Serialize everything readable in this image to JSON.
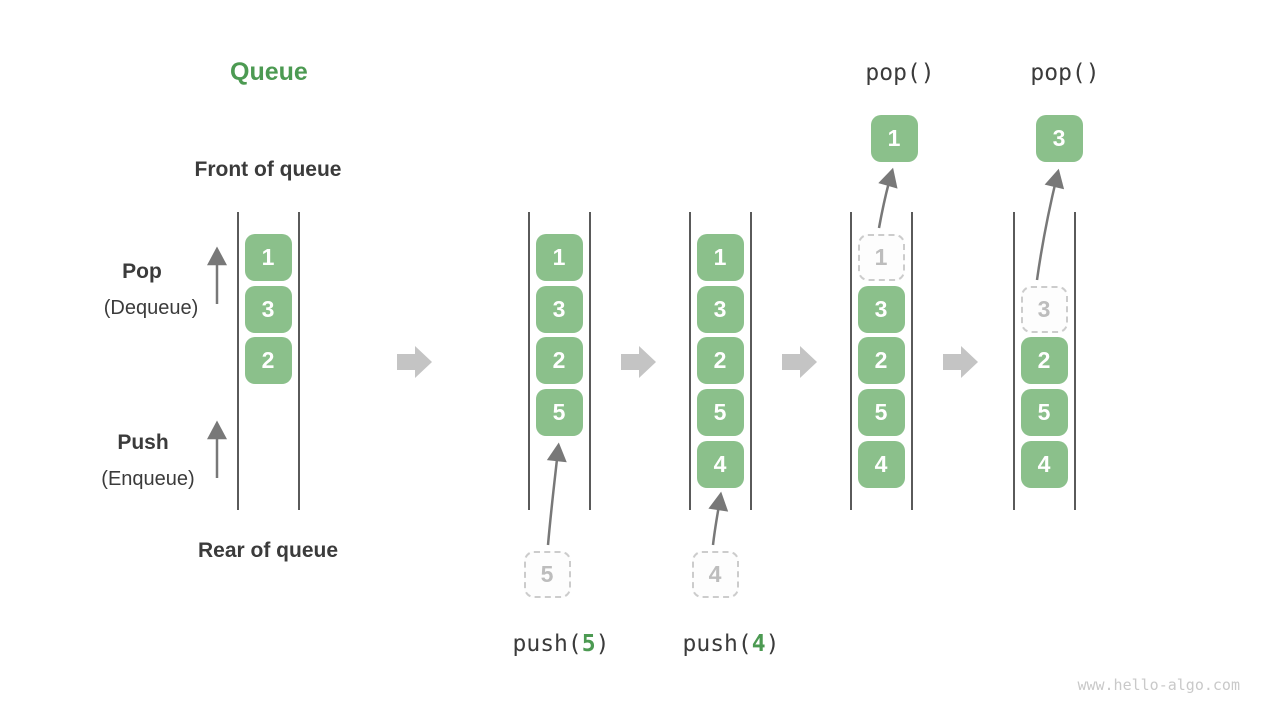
{
  "title": "Queue",
  "side_labels": {
    "front": "Front of queue",
    "rear": "Rear of queue",
    "pop": "Pop",
    "pop_sub": "(Dequeue)",
    "push": "Push",
    "push_sub": "(Enqueue)"
  },
  "watermark": "www.hello-algo.com",
  "colors": {
    "box_green": "#8BC08B",
    "accent_green": "#4C9A52",
    "text_dark": "#3B3B3B",
    "rail": "#5A5A5A",
    "thin_arrow": "#787878",
    "block_arrow": "#C4C4C4",
    "dashed_border": "#CCCCCC",
    "dashed_text": "#BDBDBD"
  },
  "diagram": {
    "columns": [
      {
        "name": "queue-state-1",
        "cells": [
          {
            "slot": 0,
            "value": "1",
            "style": "solid"
          },
          {
            "slot": 1,
            "value": "3",
            "style": "solid"
          },
          {
            "slot": 2,
            "value": "2",
            "style": "solid"
          }
        ]
      },
      {
        "name": "queue-state-2",
        "cells": [
          {
            "slot": 0,
            "value": "1",
            "style": "solid"
          },
          {
            "slot": 1,
            "value": "3",
            "style": "solid"
          },
          {
            "slot": 2,
            "value": "2",
            "style": "solid"
          },
          {
            "slot": 3,
            "value": "5",
            "style": "solid"
          }
        ],
        "incoming": {
          "value": "5"
        },
        "op": {
          "fn": "push(",
          "arg": "5",
          "close": ")"
        }
      },
      {
        "name": "queue-state-3",
        "cells": [
          {
            "slot": 0,
            "value": "1",
            "style": "solid"
          },
          {
            "slot": 1,
            "value": "3",
            "style": "solid"
          },
          {
            "slot": 2,
            "value": "2",
            "style": "solid"
          },
          {
            "slot": 3,
            "value": "5",
            "style": "solid"
          },
          {
            "slot": 4,
            "value": "4",
            "style": "solid"
          }
        ],
        "incoming": {
          "value": "4"
        },
        "op": {
          "fn": "push(",
          "arg": "4",
          "close": ")"
        }
      },
      {
        "name": "queue-state-4",
        "cells": [
          {
            "slot": 0,
            "value": "1",
            "style": "dashed"
          },
          {
            "slot": 1,
            "value": "3",
            "style": "solid"
          },
          {
            "slot": 2,
            "value": "2",
            "style": "solid"
          },
          {
            "slot": 3,
            "value": "5",
            "style": "solid"
          },
          {
            "slot": 4,
            "value": "4",
            "style": "solid"
          }
        ],
        "popped": {
          "label": "pop()",
          "value": "1"
        }
      },
      {
        "name": "queue-state-5",
        "cells": [
          {
            "slot": 1,
            "value": "3",
            "style": "dashed"
          },
          {
            "slot": 2,
            "value": "2",
            "style": "solid"
          },
          {
            "slot": 3,
            "value": "5",
            "style": "solid"
          },
          {
            "slot": 4,
            "value": "4",
            "style": "solid"
          }
        ],
        "popped": {
          "label": "pop()",
          "value": "3"
        }
      }
    ]
  }
}
